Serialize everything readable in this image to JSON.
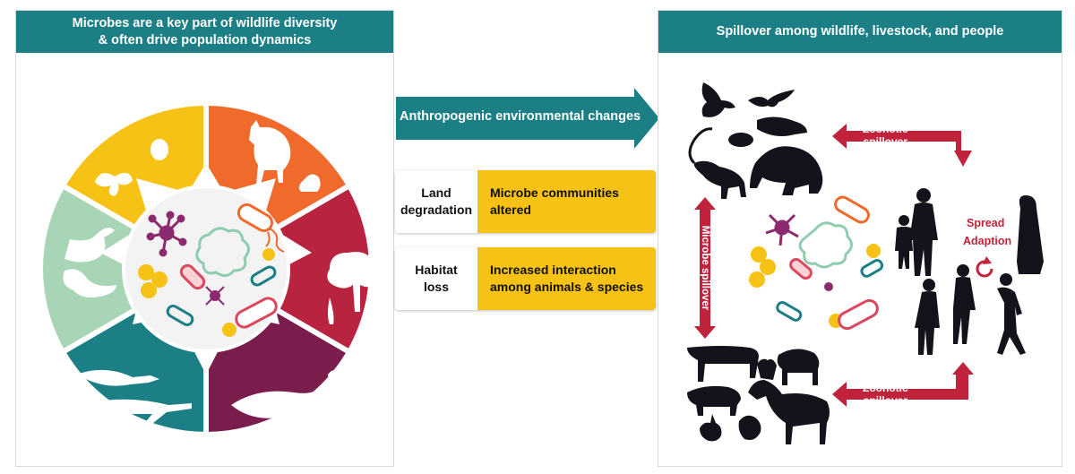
{
  "left_panel": {
    "title_line1": "Microbes are a key part of wildlife diversity",
    "title_line2": "& often drive population dynamics"
  },
  "center": {
    "arrow_label": "Anthropogenic environmental changes",
    "chips": [
      {
        "label_line1": "Land",
        "label_line2": "degradation",
        "value_line1": "Microbe communities",
        "value_line2": "altered"
      },
      {
        "label_line1": "Habitat",
        "label_line2": "loss",
        "value_line1": "Increased interaction",
        "value_line2": "among animals & species"
      }
    ]
  },
  "right_panel": {
    "title": "Spillover among wildlife, livestock, and people",
    "zoonotic_top_line1": "Zoonotic",
    "zoonotic_top_line2": "spillover",
    "zoonotic_bottom_line1": "Zoonotic",
    "zoonotic_bottom_line2": "spillover",
    "microbe_spillover": "Microbe spillover",
    "spread": "Spread",
    "adaption": "Adaption"
  },
  "colors": {
    "teal": "#1c7f86",
    "yellow": "#f6c216",
    "orange": "#ef6a2b",
    "crimson": "#b8243f",
    "plum": "#7a1c4c",
    "mint": "#a8d5b5",
    "arrow_red": "#c0243c",
    "silhouette": "#13131b"
  }
}
